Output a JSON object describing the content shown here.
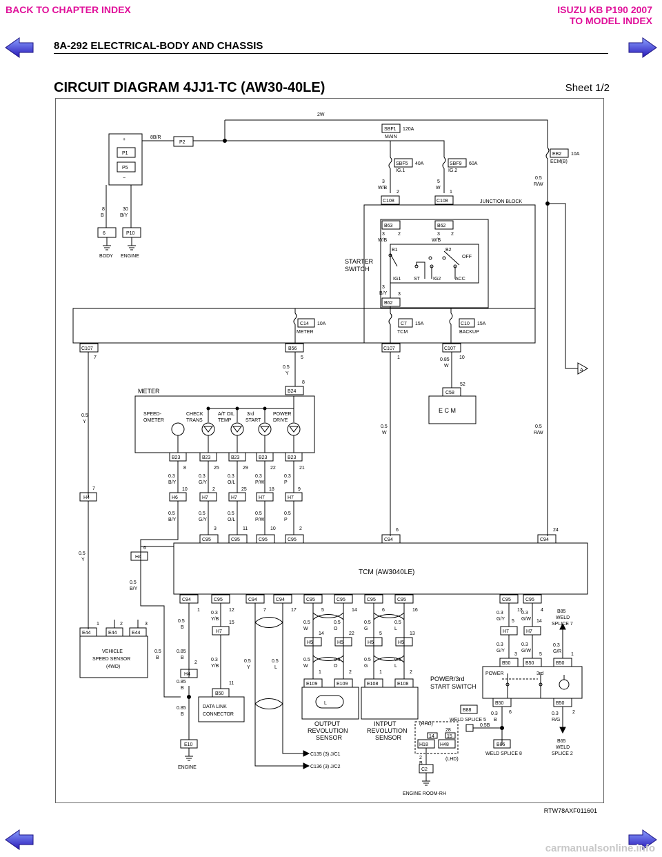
{
  "nav": {
    "back_chapter": "BACK TO CHAPTER INDEX",
    "model_line1": "ISUZU KB P190 2007",
    "model_line2": "TO MODEL INDEX"
  },
  "header": {
    "section_title": "8A-292  ELECTRICAL-BODY AND CHASSIS",
    "diagram_title": "CIRCUIT DIAGRAM 4JJ1-TC (AW30-40LE)",
    "sheet": "Sheet 1/2"
  },
  "diagram": {
    "labels": {
      "wire_top": "2W",
      "p2": "P2",
      "p1": "P1",
      "p5": "P5",
      "plus": "+",
      "minus": "−",
      "wire_8br": "8B/R",
      "sbf1": "SBF1",
      "sbf1_amp": "120A",
      "main": "MAIN",
      "sbf5": "SBF5",
      "sbf5_amp": "40A",
      "ig1": "IG.1",
      "sbf9": "SBF9",
      "sbf9_amp": "60A",
      "ig2": "IG.2",
      "eb2": "EB2",
      "eb2_amp": "10A",
      "ecmb": "ECM(B)",
      "w_3wb_a": "3",
      "w_3wb_b": "W/B",
      "w_5w_a": "5",
      "w_5w_b": "W",
      "w_05rw_a": "0.5",
      "w_05rw_b": "R/W",
      "pin_2": "2",
      "pin_1": "1",
      "c108_a": "C108",
      "c108_b": "C108",
      "junction": "JUNCTION BLOCK",
      "w8b_a": "8",
      "w8b_b": "B",
      "w30by_a": "30",
      "w30by_b": "B/Y",
      "p6": "6",
      "p10": "P10",
      "body": "BODY",
      "engine_gnd": "ENGINE",
      "b63": "B63",
      "b62": "B62",
      "b62b": "B62",
      "b1": "B1",
      "b2": "B2",
      "off": "OFF",
      "starter1": "STARTER",
      "starter2": "SWITCH",
      "sw_ig1": "IG1",
      "sw_st": "ST",
      "sw_ig2": "IG2",
      "sw_acc": "ACC",
      "c14": "C14",
      "c14_amp": "10A",
      "meter_f": "METER",
      "c7": "C7",
      "c7_amp": "15A",
      "tcm_f": "TCM",
      "c10": "C10",
      "c10_amp": "15A",
      "backup": "BACKUP",
      "c107_a": "C107",
      "b56": "B56",
      "c107_b": "C107",
      "c107_c": "C107",
      "pin_7": "7",
      "pin_5": "5",
      "pin_10": "10",
      "w085w_a": "0.85",
      "w085w_b": "W",
      "conn_a": "A",
      "w05y_a": "0.5",
      "w05y_b": "Y",
      "pin_8": "8",
      "b24": "B24",
      "pin_52": "52",
      "c58": "C58",
      "ecm": "E C M",
      "meter": "METER",
      "speed1": "SPEED-",
      "speed2": "OMETER",
      "check1": "CHECK",
      "check2": "TRANS",
      "atoil1": "A/T OIL",
      "atoil2": "TEMP",
      "third1": "3rd",
      "third2": "START",
      "power1": "POWER",
      "power2": "DRIVE",
      "w05w_a": "0.5",
      "w05w_b": "W",
      "w05rw2_a": "0.5",
      "w05rw2_b": "R/W",
      "b23": "B23",
      "p8": "8",
      "p25": "25",
      "p29": "29",
      "p22": "22",
      "p21": "21",
      "g03": "0.3",
      "c_by": "B/Y",
      "c_gy": "G/Y",
      "c_ol": "O/L",
      "c_pw": "P/W",
      "c_p": "P",
      "h4": "H4",
      "h6": "H6",
      "h7": "H7",
      "p10b": "10",
      "p2b": "2",
      "p25b": "25",
      "p18": "18",
      "p9": "9",
      "g05": "0.5",
      "p3": "3",
      "p11": "11",
      "p10c": "10",
      "p2c": "2",
      "p24": "24",
      "c95": "C95",
      "c94": "C94",
      "tcm": "TCM (AW3040LE)",
      "p6b": "6",
      "h4b": "H4",
      "p1b": "1",
      "p12": "12",
      "p7b": "7",
      "p17": "17",
      "p5b": "5",
      "p14": "14",
      "p6c": "6",
      "p16": "16",
      "p13": "13",
      "p4": "4",
      "yb": "Y/B",
      "p15": "15",
      "w_o": "O",
      "w_l": "L",
      "w_g": "G",
      "w_b": "B",
      "w_y": "Y",
      "w_w": "W",
      "gr": "G/R",
      "gw": "G/W",
      "p22b": "22",
      "p13b": "13",
      "p14b": "14",
      "h5": "H5",
      "p3b": "3",
      "p5c": "5",
      "p1c": "1",
      "b50": "B50",
      "b85a": "B85",
      "b85b": "WELD",
      "b85c": "SPLICE 7",
      "e44": "E44",
      "vss1": "VEHICLE",
      "vss2": "SPEED SENSOR",
      "vss3": "(4WD)",
      "g085": "0.85",
      "e109": "E109",
      "e108": "E108",
      "pwr3rd1": "POWER/3rd",
      "pwr3rd2": "START SWITCH",
      "sw_power": "POWER",
      "sw_3rd": "3rd",
      "dlc1": "DATA LINK",
      "dlc2": "CONNECTOR",
      "p11b": "11",
      "b88": "B88",
      "ws5": "WELD SPLICE 5",
      "g05b": "0.5B",
      "g03b": "0.3",
      "rg": "R/G",
      "out1": "OUTPUT",
      "out2": "REVOLUTION",
      "out3": "SENSOR",
      "in1": "INTPUT",
      "in2": "REVOLUTION",
      "in3": "SENSOR",
      "rhd": "(RHD)",
      "lhd": "(LHD)",
      "p28": "28",
      "h18": "H18",
      "h48": "H48",
      "p14c": "14",
      "p15b": "15",
      "b86": "B86",
      "ws8": "WELD SPLICE 8",
      "b65a": "B65",
      "b65b": "WELD",
      "b65c": "SPLICE 2",
      "e10": "E10",
      "engine2": "ENGINE",
      "c135": "C135 (3) J/C1",
      "c136": "C136 (3) J/C2",
      "c2": "C2",
      "eng_room": "ENGINE ROOM-RH"
    }
  },
  "footer": {
    "code": "RTW78AXF011601",
    "watermark": "carmanualsonline.info"
  },
  "colors": {
    "nav": "#e0109a",
    "arrow": "#3c2ad8"
  }
}
